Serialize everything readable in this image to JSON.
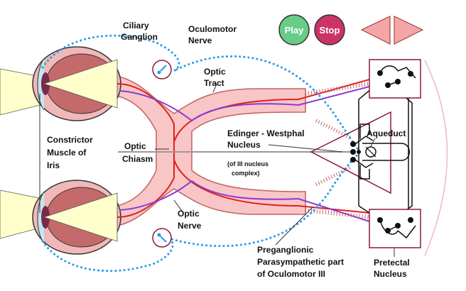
{
  "controls": {
    "play_label": "Play",
    "stop_label": "Stop",
    "play_color": "#66cc88",
    "stop_color": "#cc3366",
    "arrow_color": "#f4a6a6"
  },
  "labels": {
    "ciliary_ganglion_1": "Ciliary",
    "ciliary_ganglion_2": "Ganglion",
    "oculomotor_nerve_1": "Oculomotor",
    "oculomotor_nerve_2": "Nerve",
    "optic_tract_1": "Optic",
    "optic_tract_2": "Tract",
    "constrictor_1": "Constrictor",
    "constrictor_2": "Muscle of",
    "constrictor_3": "Iris",
    "optic_chiasm_1": "Optic",
    "optic_chiasm_2": "Chiasm",
    "edinger_1": "Edinger - Westphal",
    "edinger_2": "Nucleus",
    "edinger_3": "(of III nucleus",
    "edinger_4": "complex)",
    "aqueduct": "Aqueduct",
    "optic_nerve_1": "Optic",
    "optic_nerve_2": "Nerve",
    "preganglionic_1": "Preganglionic",
    "preganglionic_2": "Parasympathetic part",
    "preganglionic_3": "of Oculomotor III",
    "pretectal_1": "Pretectal",
    "pretectal_2": "Nucleus"
  },
  "colors": {
    "pathway_fill": "#f8c6c6",
    "pathway_stroke": "#c46060",
    "eye_fill": "#c46a6a",
    "light_beam": "#ffffcc",
    "red_fiber": "#e02020",
    "purple_fiber": "#8a3ad0",
    "parasympathetic_dots": "#2299ee",
    "nucleus_outline": "#8a1a3a",
    "midline": "#999999"
  }
}
